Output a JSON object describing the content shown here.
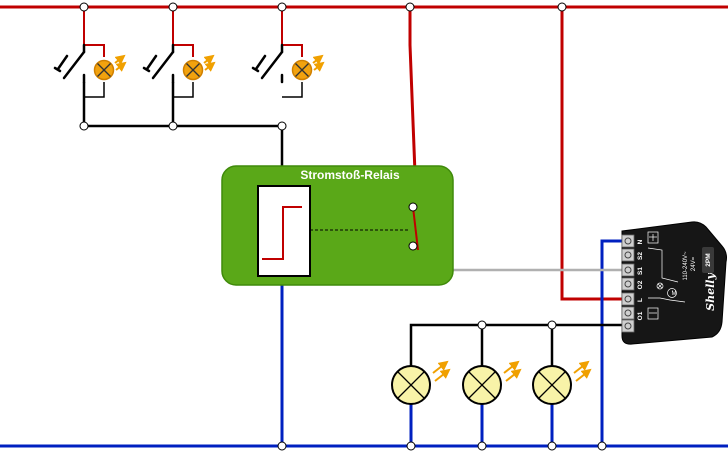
{
  "relay": {
    "title": "Stromstoß-Relais"
  },
  "shelly": {
    "terminals_right": [
      "N",
      "S2",
      "S1",
      "O2",
      "L",
      "O1"
    ],
    "voltage_ac": "110-240V~",
    "voltage_dc": "24V=",
    "brand": "Shelly",
    "model": "2PM",
    "motor_symbol": "M"
  },
  "colors": {
    "phase": "#c00000",
    "neutral": "#0020c0",
    "switched": "#000000",
    "relay_output": "#b0b0b0",
    "relay_box": "#5aa818",
    "lamp_fill": "#f8f3a8",
    "indicator_fill": "#f2a20e",
    "rays": "#f0a000"
  },
  "icons": {
    "pushbutton": "pushbutton-switch-icon",
    "indicator": "indicator-lamp-icon",
    "lamp": "lamp-icon",
    "relay_coil": "relay-coil-icon",
    "module": "shelly-module-icon"
  }
}
